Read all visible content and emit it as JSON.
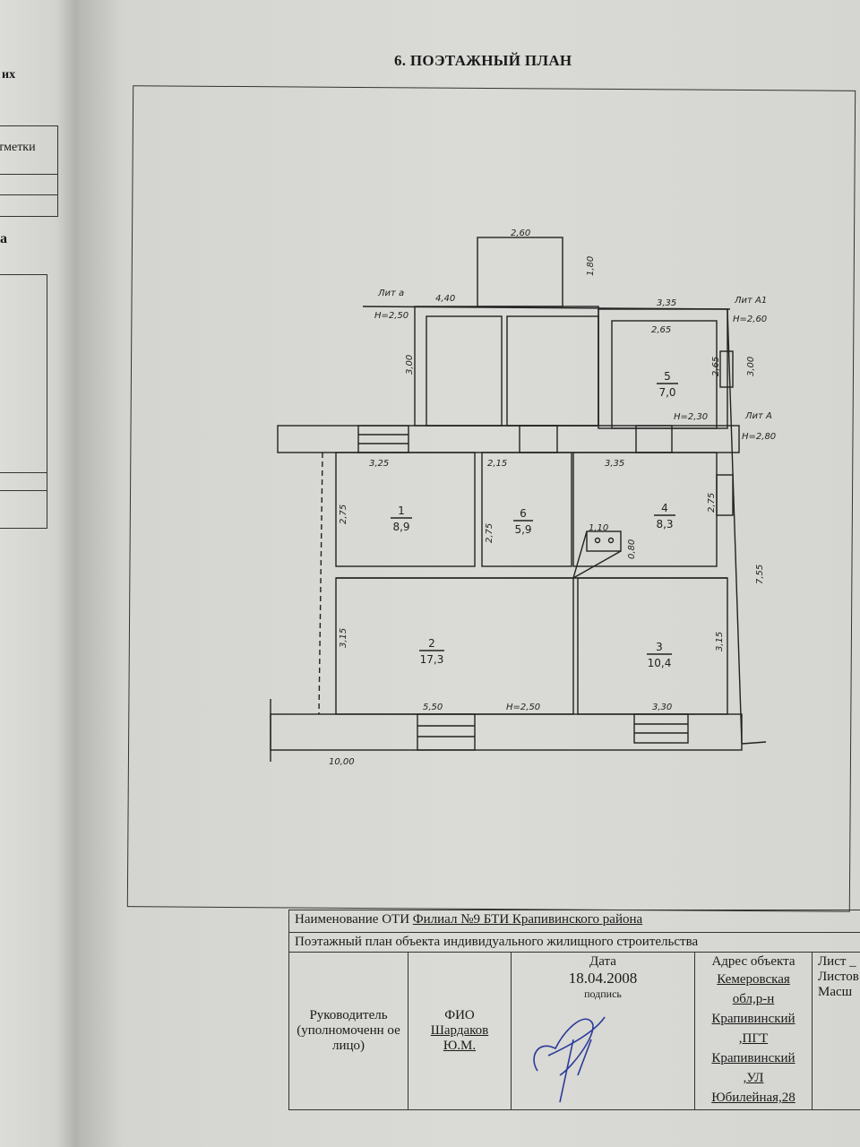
{
  "left_page": {
    "fragment_1": "их",
    "fragment_2": "тметки",
    "fragment_3": "а"
  },
  "title": "6. ПОЭТАЖНЫЙ ПЛАН",
  "plan": {
    "lit_a": "Лит а",
    "lit_a_height": "H=2,50",
    "lit_a1": "Лит А1",
    "lit_a1_height": "H=2,60",
    "lit_A": "Лит А",
    "lit_A_height": "H=2,80",
    "h_230": "H=2,30",
    "h_250": "H=2,50",
    "dimensions": {
      "annex_w": "2,60",
      "annex_h": "1,80",
      "lit_a_w": "4,40",
      "lit_a_h": "3,00",
      "lit_a1_w": "3,35",
      "lit_a1_h": "3,00",
      "r5_w": "2,65",
      "r5_h": "2,65",
      "r1_w": "3,25",
      "r1_h": "2,75",
      "r6_w": "2,15",
      "r6_h": "2,75",
      "r4_w": "3,35",
      "r4_h": "2,75",
      "stove_w": "1,10",
      "stove_h": "0,80",
      "r2_w": "5,50",
      "r2_h": "3,15",
      "r3_w": "3,30",
      "r3_h": "3,15",
      "total_w": "10,00",
      "total_h": "7,55"
    },
    "rooms": [
      {
        "num": "1",
        "area": "8,9"
      },
      {
        "num": "2",
        "area": "17,3"
      },
      {
        "num": "3",
        "area": "10,4"
      },
      {
        "num": "4",
        "area": "8,3"
      },
      {
        "num": "5",
        "area": "7,0"
      },
      {
        "num": "6",
        "area": "5,9"
      }
    ]
  },
  "title_block": {
    "org_label": "Наименование ОТИ",
    "org_value": "Филиал №9 БТИ Крапивинского района",
    "doc_name": "Поэтажный план объекта индивидуального жилищного строительства",
    "role": "Руководитель (уполномоченн ое лицо)",
    "fio_label": "ФИО",
    "fio_value": "Шардаков Ю.М.",
    "date_label": "Дата",
    "date_value": "18.04.2008",
    "signature_label": "подпись",
    "address_label": "Адрес объекта",
    "address_value": "Кемеровская обл,р-н Крапивинский ,ПГТ Крапивинский ,УЛ Юбилейная,28",
    "sheet_label": "Лист _",
    "sheets_label": "Листов",
    "scale_label": "Масш"
  }
}
